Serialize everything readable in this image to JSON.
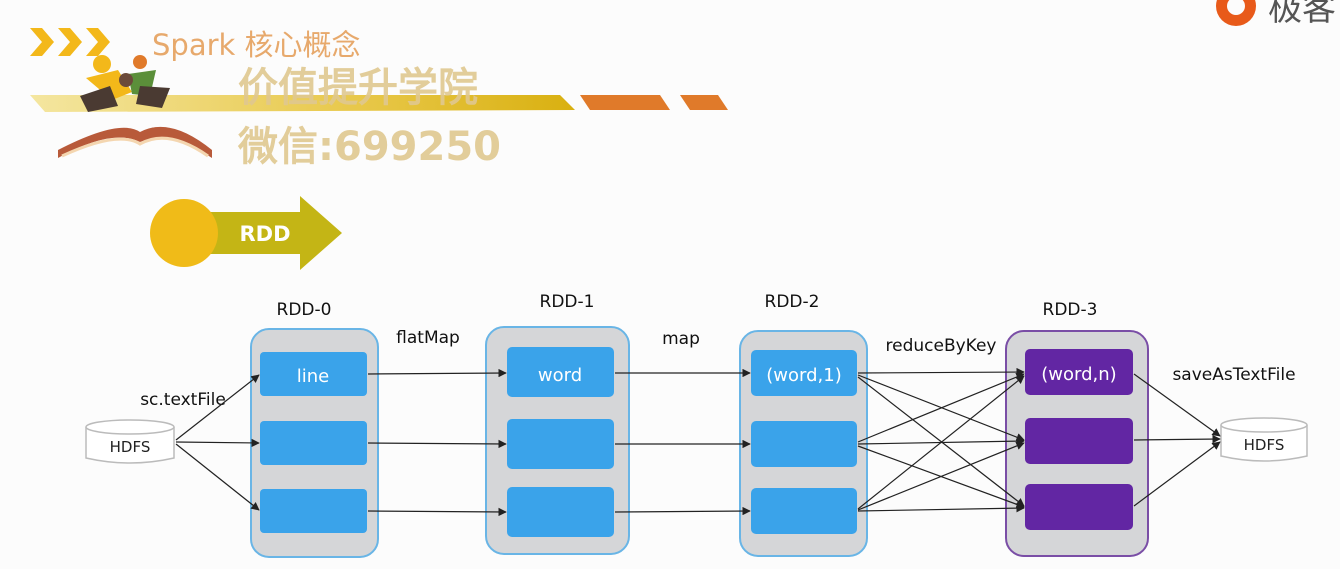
{
  "header": {
    "title": "Spark 核心概念",
    "watermark_line1": "价值提升学院",
    "watermark_line2": "微信:699250",
    "brand_partial": "极客"
  },
  "badge": {
    "label": "RDD"
  },
  "diagram": {
    "source_label": "HDFS",
    "sink_label": "HDFS",
    "stages": [
      {
        "title": "RDD-0",
        "partitions": [
          "line",
          "",
          ""
        ]
      },
      {
        "title": "RDD-1",
        "partitions": [
          "word",
          "",
          ""
        ]
      },
      {
        "title": "RDD-2",
        "partitions": [
          "(word,1)",
          "",
          ""
        ]
      },
      {
        "title": "RDD-3",
        "partitions": [
          "(word,n)",
          "",
          ""
        ]
      }
    ],
    "operations": [
      "sc.textFile",
      "flatMap",
      "map",
      "reduceByKey",
      "saveAsTextFile"
    ]
  },
  "colors": {
    "blue_partition": "#3aa3ea",
    "blue_border": "#69b5e6",
    "group_fill": "#d5d6d8",
    "purple_partition": "#6226a3",
    "purple_border": "#7a4ea6",
    "badge_yellow": "#f0bb18",
    "badge_olive": "#c4b515",
    "accent_orange": "#e07a2a",
    "watermark": "#e0c890"
  }
}
